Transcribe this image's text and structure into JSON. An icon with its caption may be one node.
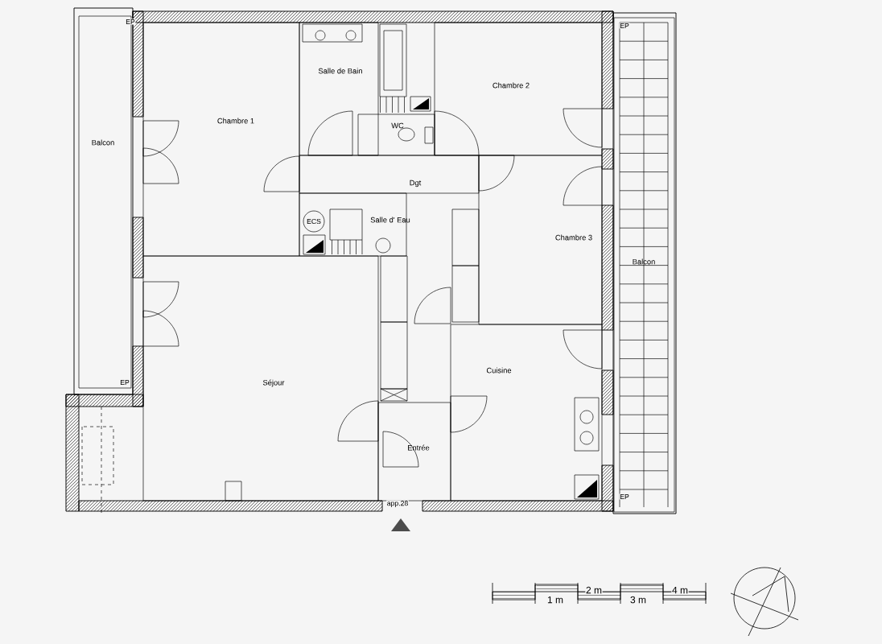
{
  "diagram": {
    "nodes": [
      {
        "text": [
          "Balcon"
        ]
      },
      {
        "text": [
          "Chambre 1"
        ]
      },
      {
        "text": [
          "Salle de Bain"
        ]
      },
      {
        "text": [
          "WC"
        ]
      },
      {
        "text": [
          "Chambre 2"
        ]
      },
      {
        "text": [
          "Dgt"
        ]
      },
      {
        "text": [
          "Salle d' Eau"
        ]
      },
      {
        "text": [
          "Chambre 3"
        ]
      },
      {
        "text": [
          "Balcon"
        ]
      },
      {
        "text": [
          "Séjour"
        ]
      },
      {
        "text": [
          "Cuisine"
        ]
      },
      {
        "text": [
          "Entrée"
        ]
      }
    ],
    "edges": [],
    "labels": [
      "EP",
      "EP",
      "ECS",
      "EP",
      "app.28",
      "EP",
      "1 m",
      "2 m",
      "3 m",
      "4 m"
    ]
  }
}
